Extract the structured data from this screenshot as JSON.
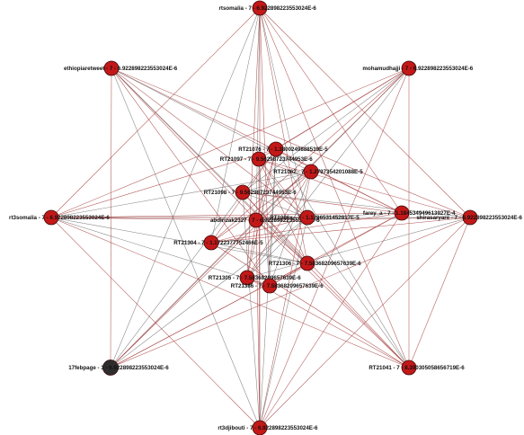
{
  "diagram": {
    "colors": {
      "node_fill": "#c41818",
      "node_fill_dark": "#2e2e2e",
      "edge_red": "#a33a3a",
      "edge_gray": "#6f6f6f",
      "background": "#ffffff"
    },
    "nodes": [
      {
        "id": "rtsomalia",
        "label": "rtsomalia - 7 - 6.922898223553024E-6",
        "type": "red"
      },
      {
        "id": "ethiopiaretweet",
        "label": "ethiopiaretweet - 7 - 6.922898223553024E-6",
        "type": "red"
      },
      {
        "id": "mohamudhajji",
        "label": "mohamudhajji - 7 - 6.922898223553024E-6",
        "type": "red"
      },
      {
        "id": "rt21076",
        "label": "RT21076 - 7 - 1.3800249888539E-5",
        "type": "red"
      },
      {
        "id": "rt21097",
        "label": "RT21097 - 7 - 9.56298723744953E-6",
        "type": "red"
      },
      {
        "id": "rt21062",
        "label": "RT21062 - 7 - 1.2797354201088E-5",
        "type": "red"
      },
      {
        "id": "rt21098",
        "label": "RT21098 - 7 - 9.56298723744953E-6",
        "type": "red"
      },
      {
        "id": "rt3somalia",
        "label": "rt3somalia - 7 - 6.922898223553024E-6",
        "type": "red"
      },
      {
        "id": "abdirizak2327",
        "label": "abdirizak2327 - 7 - 6.922898223553024E-6",
        "type": "red"
      },
      {
        "id": "rt1086x",
        "label": "RT1086x - 7 - 1.1286531452817E-5",
        "type": "red"
      },
      {
        "id": "farey",
        "label": "farey_a - 7 - 1.184534949613927E-4",
        "type": "red"
      },
      {
        "id": "shirasaryare",
        "label": "shirasaryare - 7 - 6.922898223553024E-6",
        "type": "red"
      },
      {
        "id": "rt21304",
        "label": "RT21304 - 7 - 1.1722377752466E-5",
        "type": "red"
      },
      {
        "id": "rt21306",
        "label": "RT21306 - 7 - 7.58368209657639E-6",
        "type": "red"
      },
      {
        "id": "rt21305",
        "label": "RT21305 - 7 - 7.58368209657639E-6",
        "type": "red"
      },
      {
        "id": "rt21386",
        "label": "RT21386 - 7 - 7.58368209657639E-6",
        "type": "red"
      },
      {
        "id": "17febpage",
        "label": "17febpage - 3 - 6.922898223553024E-6",
        "type": "dark"
      },
      {
        "id": "rt21041",
        "label": "RT21041 - 7 - 8.390305058656719E-6",
        "type": "red"
      },
      {
        "id": "rt3djibouti",
        "label": "rt3djibouti - 7 - 6.922898223553024E-6",
        "type": "red"
      }
    ],
    "edges": [
      [
        "rtsomalia",
        "rt3somalia"
      ],
      [
        "rtsomalia",
        "shirasaryare"
      ],
      [
        "rtsomalia",
        "17febpage"
      ],
      [
        "rtsomalia",
        "rt21041"
      ],
      [
        "rtsomalia",
        "rt3djibouti"
      ],
      [
        "rtsomalia",
        "abdirizak2327"
      ],
      [
        "rtsomalia",
        "rt21305"
      ],
      [
        "rtsomalia",
        "rt21386"
      ],
      [
        "rtsomalia",
        "rt21304"
      ],
      [
        "rtsomalia",
        "rt21306"
      ],
      [
        "rtsomalia",
        "farey"
      ],
      [
        "rtsomalia",
        "rt1086x"
      ],
      [
        "ethiopiaretweet",
        "shirasaryare"
      ],
      [
        "ethiopiaretweet",
        "rt21041"
      ],
      [
        "ethiopiaretweet",
        "rt3djibouti"
      ],
      [
        "ethiopiaretweet",
        "17febpage"
      ],
      [
        "ethiopiaretweet",
        "farey"
      ],
      [
        "ethiopiaretweet",
        "rt21306"
      ],
      [
        "ethiopiaretweet",
        "rt21386"
      ],
      [
        "ethiopiaretweet",
        "rt1086x"
      ],
      [
        "ethiopiaretweet",
        "rt21062"
      ],
      [
        "ethiopiaretweet",
        "abdirizak2327"
      ],
      [
        "mohamudhajji",
        "rt3somalia"
      ],
      [
        "mohamudhajji",
        "17febpage"
      ],
      [
        "mohamudhajji",
        "rt3djibouti"
      ],
      [
        "mohamudhajji",
        "rt21041"
      ],
      [
        "mohamudhajji",
        "rt21098"
      ],
      [
        "mohamudhajji",
        "rt21097"
      ],
      [
        "mohamudhajji",
        "rt21304"
      ],
      [
        "mohamudhajji",
        "rt21305"
      ],
      [
        "mohamudhajji",
        "abdirizak2327"
      ],
      [
        "mohamudhajji",
        "rt21076"
      ],
      [
        "rt3somalia",
        "shirasaryare"
      ],
      [
        "rt3somalia",
        "farey"
      ],
      [
        "rt3somalia",
        "rt1086x"
      ],
      [
        "rt3somalia",
        "rt21306"
      ],
      [
        "rt3somalia",
        "rt21041"
      ],
      [
        "rt3somalia",
        "rt3djibouti"
      ],
      [
        "rt3somalia",
        "rt21062"
      ],
      [
        "rt3somalia",
        "rt21076"
      ],
      [
        "rt3somalia",
        "abdirizak2327"
      ],
      [
        "rt3somalia",
        "rt21386"
      ],
      [
        "shirasaryare",
        "17febpage"
      ],
      [
        "shirasaryare",
        "rt3djibouti"
      ],
      [
        "shirasaryare",
        "rt21098"
      ],
      [
        "shirasaryare",
        "rt21097"
      ],
      [
        "shirasaryare",
        "rt21304"
      ],
      [
        "shirasaryare",
        "rt21305"
      ],
      [
        "shirasaryare",
        "abdirizak2327"
      ],
      [
        "shirasaryare",
        "rt21041"
      ],
      [
        "17febpage",
        "rt21076"
      ],
      [
        "17febpage",
        "rt21062"
      ],
      [
        "17febpage",
        "farey"
      ],
      [
        "17febpage",
        "rt1086x"
      ],
      [
        "17febpage",
        "abdirizak2327"
      ],
      [
        "17febpage",
        "rt21306"
      ],
      [
        "rt21041",
        "rt21097"
      ],
      [
        "rt21041",
        "rt21098"
      ],
      [
        "rt21041",
        "rt21304"
      ],
      [
        "rt21041",
        "rt21076"
      ],
      [
        "rt21041",
        "abdirizak2327"
      ],
      [
        "rt21041",
        "rt21305"
      ],
      [
        "rt3djibouti",
        "rt21076"
      ],
      [
        "rt3djibouti",
        "rt21062"
      ],
      [
        "rt3djibouti",
        "rt21097"
      ],
      [
        "rt3djibouti",
        "rt21098"
      ],
      [
        "rt3djibouti",
        "abdirizak2327"
      ],
      [
        "rt3djibouti",
        "farey"
      ],
      [
        "rt3djibouti",
        "rt1086x"
      ],
      [
        "rt21076",
        "rt21304"
      ],
      [
        "rt21076",
        "rt21305"
      ],
      [
        "rt21076",
        "rt21386"
      ],
      [
        "rt21076",
        "farey"
      ],
      [
        "rt21097",
        "rt21306"
      ],
      [
        "rt21097",
        "rt21386"
      ],
      [
        "rt21097",
        "farey"
      ],
      [
        "rt21097",
        "rt1086x"
      ],
      [
        "rt21062",
        "rt21098"
      ],
      [
        "rt21062",
        "rt21304"
      ],
      [
        "rt21062",
        "rt21305"
      ],
      [
        "rt21062",
        "rt21386"
      ],
      [
        "rt21098",
        "rt21306"
      ],
      [
        "rt21098",
        "farey"
      ],
      [
        "rt21098",
        "rt1086x"
      ],
      [
        "abdirizak2327",
        "rt21306"
      ],
      [
        "abdirizak2327",
        "rt21305"
      ],
      [
        "abdirizak2327",
        "farey"
      ],
      [
        "abdirizak2327",
        "rt21076"
      ],
      [
        "rt1086x",
        "rt21304"
      ],
      [
        "rt1086x",
        "rt21305"
      ],
      [
        "farey",
        "rt21304"
      ],
      [
        "farey",
        "rt21386"
      ],
      [
        "rt21304",
        "rt21306"
      ],
      [
        "rt21306",
        "rt21386"
      ],
      [
        "rt21305",
        "rt21386"
      ]
    ]
  }
}
